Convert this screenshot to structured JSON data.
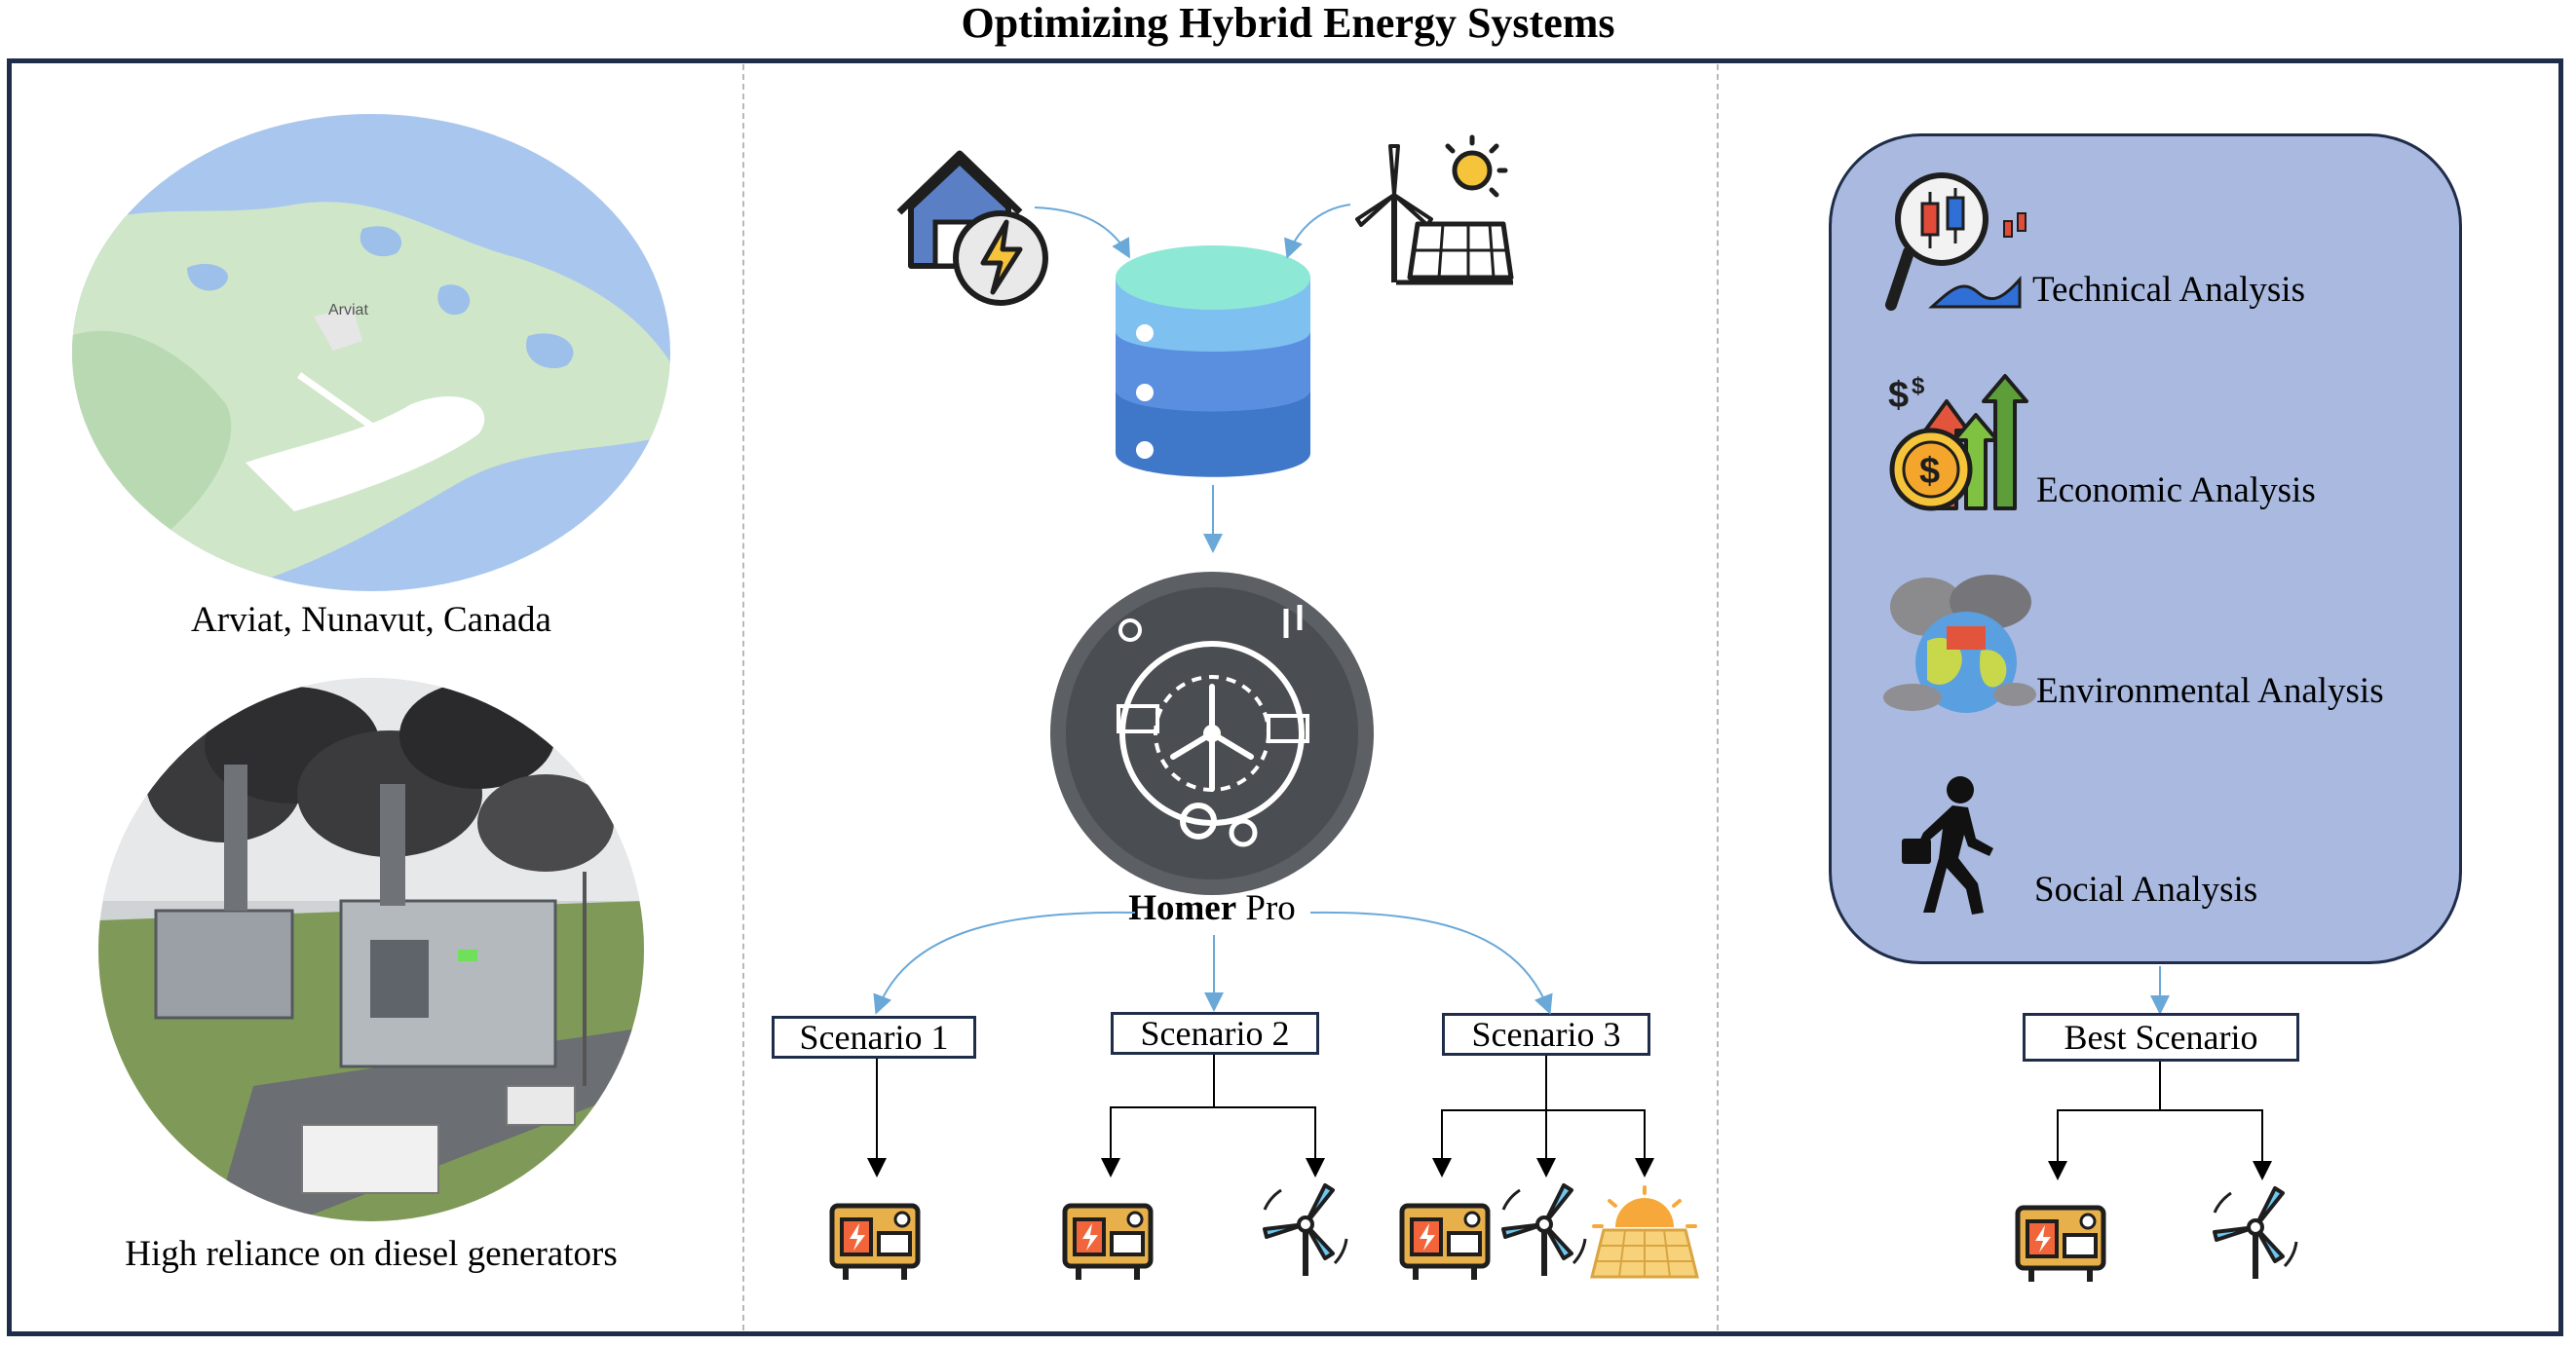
{
  "title": "Optimizing Hybrid Energy Systems",
  "left_panel": {
    "map_caption": "Arviat, Nunavut, Canada",
    "map_place_label": "Arviat",
    "diesel_caption": "High reliance on diesel generators"
  },
  "center_panel": {
    "software_name_bold": "Homer",
    "software_name_rest": " Pro",
    "scenarios": [
      {
        "label": "Scenario 1",
        "components": [
          "diesel-generator"
        ]
      },
      {
        "label": "Scenario 2",
        "components": [
          "diesel-generator",
          "wind-turbine"
        ]
      },
      {
        "label": "Scenario 3",
        "components": [
          "diesel-generator",
          "wind-turbine",
          "solar-panel"
        ]
      }
    ]
  },
  "right_panel": {
    "analyses": [
      {
        "label": "Technical Analysis",
        "icon": "candlestick-magnifier-icon"
      },
      {
        "label": "Economic Analysis",
        "icon": "dollar-growth-icon"
      },
      {
        "label": "Environmental Analysis",
        "icon": "polluted-earth-icon"
      },
      {
        "label": "Social Analysis",
        "icon": "walking-person-icon"
      }
    ],
    "best_scenario_label": "Best Scenario",
    "best_components": [
      "diesel-generator",
      "wind-turbine"
    ]
  },
  "colors": {
    "frame": "#1f2d4a",
    "panel_fill": "#aab9df",
    "arrow_blue": "#6aa8d8",
    "database_top": "#8de8d6",
    "database_mid": "#5aa8e6",
    "database_bottom": "#3f78c8",
    "generator_body": "#e8b04a"
  }
}
